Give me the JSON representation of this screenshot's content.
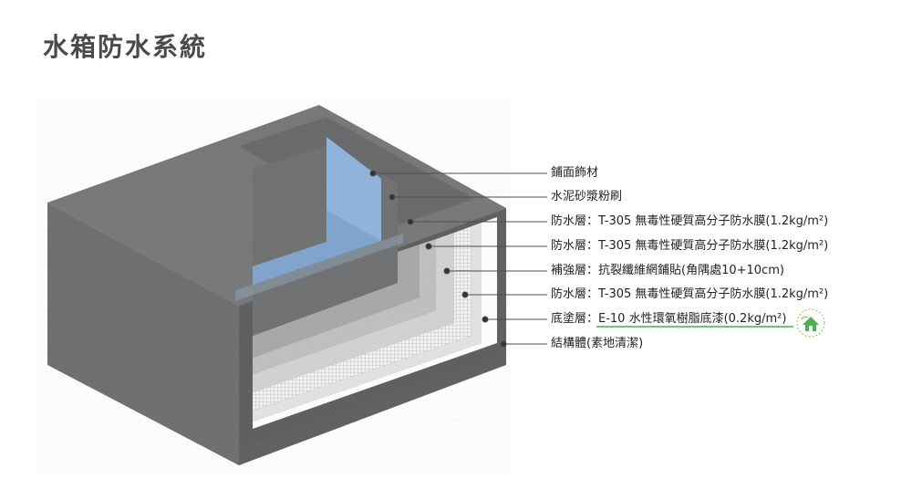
{
  "title": "水箱防水系統",
  "layers": [
    {
      "id": "finish",
      "label": "鋪面飾材"
    },
    {
      "id": "mortar",
      "label": "水泥砂漿粉刷"
    },
    {
      "id": "waterproof-1",
      "label": "防水層：T-305 無毒性硬質高分子防水膜(1.2kg/m²)"
    },
    {
      "id": "waterproof-2",
      "label": "防水層：T-305 無毒性硬質高分子防水膜(1.2kg/m²)"
    },
    {
      "id": "reinforce",
      "label": "補強層：抗裂纖維網鋪貼(角隅處10+10cm)"
    },
    {
      "id": "waterproof-3",
      "label": "防水層：T-305 無毒性硬質高分子防水膜(1.2kg/m²)"
    },
    {
      "id": "primer",
      "label": "底塗層：E-10 水性環氧樹脂底漆(0.2kg/m²)"
    },
    {
      "id": "structure",
      "label": "結構體(素地清潔)"
    }
  ],
  "colors": {
    "concrete_dark": "#5f6061",
    "concrete_mid": "#6e6f70",
    "concrete_light": "#838485",
    "water": "#7fa9d8",
    "highlight_underline": "#4caf50"
  },
  "icons": {
    "green_label": "green-building-icon"
  }
}
